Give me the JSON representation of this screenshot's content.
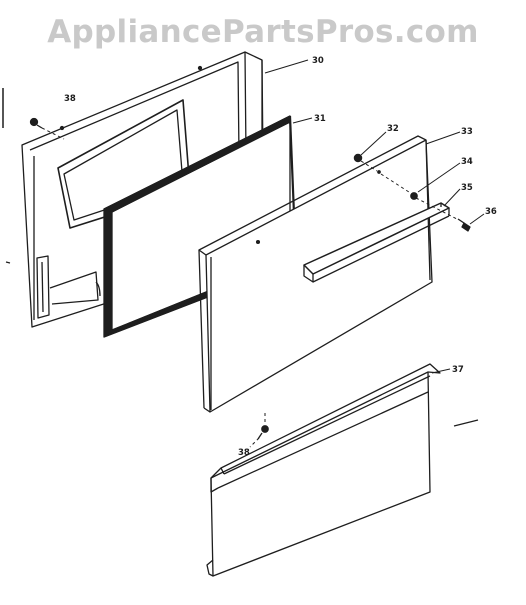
{
  "watermark": "AppliancePartsPros.com",
  "callouts": {
    "c30": "30",
    "c31": "31",
    "c32": "32",
    "c33": "33",
    "c34": "34",
    "c35": "35",
    "c36": "36",
    "c37": "37",
    "c38_top": "38",
    "c38_bottom": "38"
  },
  "colors": {
    "ink": "#1e1e1e",
    "watermark": "#c9c9c9"
  }
}
